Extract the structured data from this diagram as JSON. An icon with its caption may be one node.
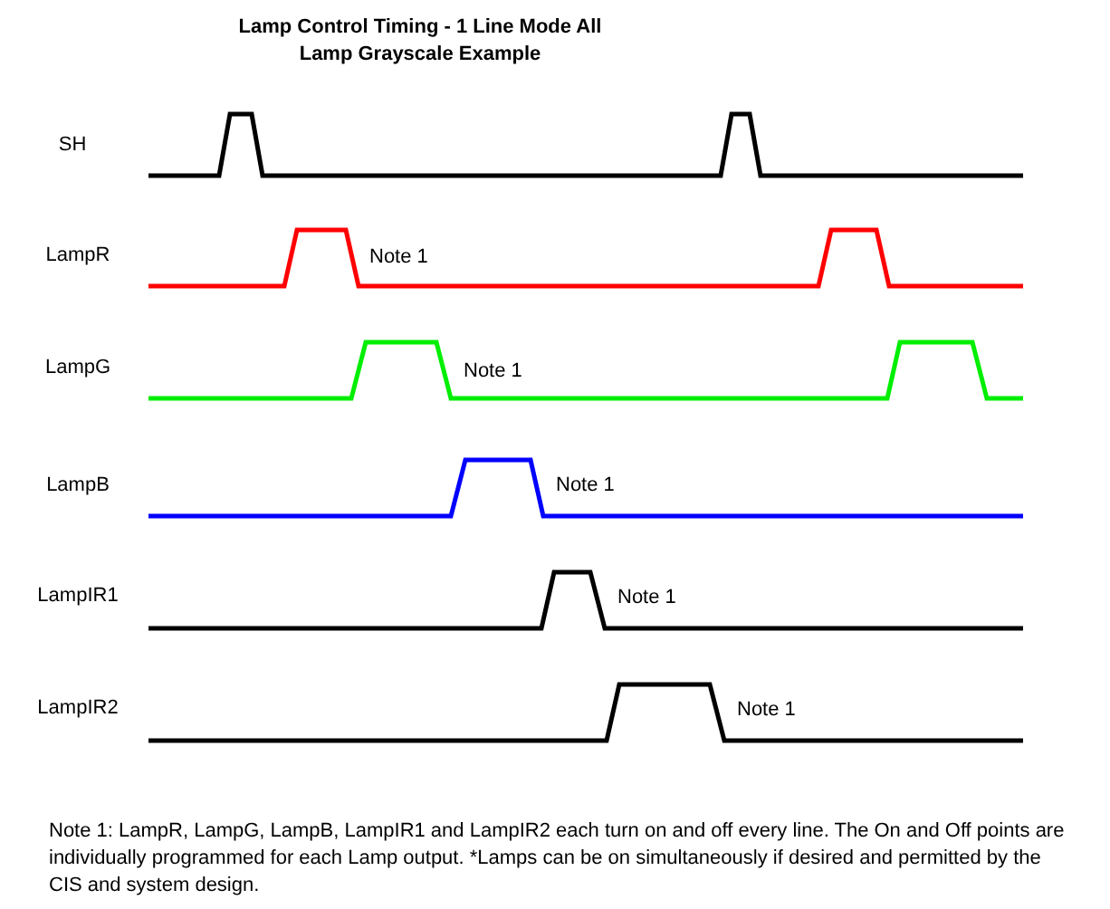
{
  "diagram": {
    "title": "Lamp Control Timing - 1 Line Mode All Lamp Grayscale Example",
    "caption": "Note 1: LampR, LampG, LampB, LampIR1 and LampIR2 each turn on and off every line. The On and Off points are individually programmed for each Lamp output. *Lamps can be on simultaneously if desired and permitted by the CIS and system design.",
    "labels": [
      "SH",
      "LampR",
      "Note 1",
      "LampG",
      "Note 1",
      "LampB",
      "Note 1",
      "LampIR1",
      "Note 1",
      "LampIR2",
      "Note 1"
    ]
  }
}
